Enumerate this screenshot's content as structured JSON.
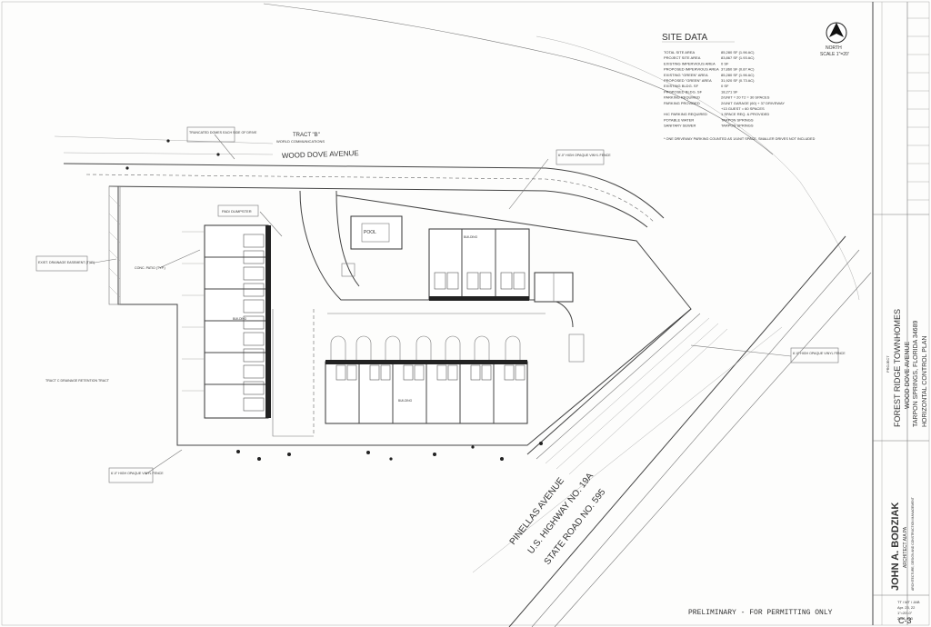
{
  "site_data": {
    "heading": "SITE DATA",
    "rows": [
      [
        "TOTAL SITE AREA",
        "85,280 SF (1.96 AC)"
      ],
      [
        "PROJECT SITE AREA",
        "83,867 SF (1.93 AC)"
      ],
      [
        "EXISTING IMPERVIOUS AREA",
        "0 SF"
      ],
      [
        "PROPOSED IMPERVIOUS AREA",
        "37,860 SF (0.87 AC)"
      ],
      [
        "EXISTING \"GREEN\" AREA",
        "85,280 SF (1.96 AC)"
      ],
      [
        "PROPOSED \"GREEN\" AREA",
        "31,920 SF (0.73 AC)"
      ],
      [
        "EXISTING BLDG. SF",
        "0 SF"
      ],
      [
        "PROPOSED BLDG. SF",
        "18,271 SF"
      ],
      [
        "PARKING REQUIRED",
        "2/UNIT = 20 T2 = 30 SPACES"
      ],
      [
        "PARKING PROVIDED",
        "2/UNIT GARAGE (60) + 37 DRIVEWAY"
      ],
      [
        "",
        "+13 GUEST = 60 SPACES"
      ],
      [
        "H/C PARKING REQUIRED",
        "1 SPACE REQ. & PROVIDED"
      ],
      [
        "POTABLE WATER",
        "TARPON SPRINGS"
      ],
      [
        "SANITARY SEWER",
        "TARPON SPRINGS"
      ]
    ],
    "footnote": "* ONE DRIVEWAY PARKING COUNTED AS 1/UNIT SPACE, SMALLER DRIVES NOT INCLUDED"
  },
  "north_arrow": {
    "label": "NORTH",
    "scale": "SCALE 1\"=20'"
  },
  "streets": {
    "wood_dove": "WOOD DOVE AVENUE",
    "tract": "TRACT \"B\"",
    "tract_sub": "WORLD COMMUNICATIONS",
    "pinellas_1": "PINELLAS AVENUE",
    "pinellas_2": "U.S. HIGHWAY NO. 19A",
    "pinellas_3": "STATE ROAD NO. 595"
  },
  "callouts": {
    "pool": "POOL",
    "dumpster": "PAD/ DUMPSTER",
    "truncated": "TRUNCATED DOMES EACH SIDE OF DRIVE",
    "fence_top": "6'-0\" HIGH OPAQUE VINYL FENCE",
    "fence_right": "6'-0\" HIGH OPAQUE VINYL FENCE",
    "fence_bottom": "6'-0\" HIGH OPAQUE VINYL FENCE",
    "drainage": "EXIST. DRAINAGE EASEMENT (TYP.)",
    "patio": "CONC. PATIO (TYP.)",
    "tract_c": "TRACT C DRAINAGE RETENTION TRACT",
    "building": "BUILDING"
  },
  "title_block": {
    "project_label": "PROJECT",
    "project_name": "FOREST RIDGE TOWNHOMES",
    "address": "WOOD DOVE AVENUE",
    "city": "TARPON SPRINGS, FLORIDA 34689",
    "sheet_title": "HORIZONTAL CONTROL PLAN",
    "architect": "JOHN A. BODZIAK",
    "firm": "ARCHITECT AIA PA",
    "firm_desc": "ARCHITECTURE, DESIGN AND CONSTRUCTION MANAGEMENT",
    "drawn_by": "TT / MT / JAB",
    "date": "Apr. 23, 22",
    "scale": "1\"=20'-0\"",
    "job_no": "2021-013",
    "sheet_no": "C-3"
  },
  "stamp": "PRELIMINARY - FOR PERMITTING ONLY"
}
